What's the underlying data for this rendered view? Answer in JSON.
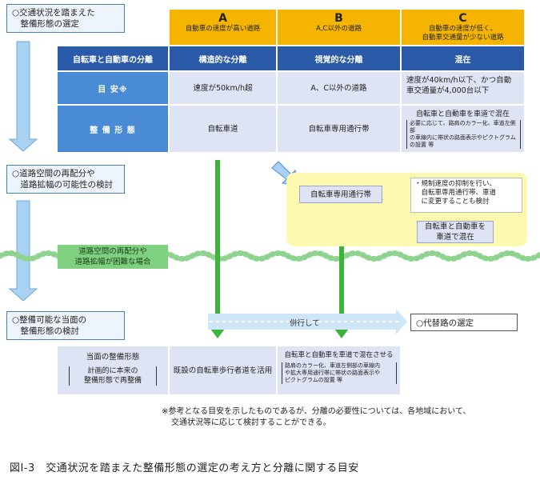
{
  "steps": {
    "step1": [
      "○交通状況を踏まえた",
      "　整備形態の選定"
    ],
    "step2": [
      "○道路空間の再配分や",
      "　道路拡幅の可能性の検討"
    ],
    "step3": [
      "○整備可能な当面の",
      "　整備形態の検討"
    ]
  },
  "columns": {
    "a": {
      "letter": "A",
      "desc": [
        "自動車の速度が高い道路"
      ]
    },
    "b": {
      "letter": "B",
      "desc": [
        "A,C以外の道路"
      ]
    },
    "c": {
      "letter": "C",
      "desc": [
        "自動車の速度が低く、",
        "自動車交通量が少ない道路"
      ]
    }
  },
  "table": {
    "row1_label": "自転車と自動車の分離",
    "row1": [
      "構造的な分離",
      "視覚的な分離",
      "混在"
    ],
    "row2_label": "目 安※",
    "row2": {
      "a": "速度が50km/h超",
      "b": "A、C以外の道路",
      "c": [
        "速度が40km/h以下、かつ自動",
        "車交通量が4,000台以下"
      ]
    },
    "row3_label": "整 備 形 態",
    "row3": {
      "a": "自転車道",
      "b": "自転車専用通行帯",
      "c_main": "自転車と自動車を車道で混在",
      "c_note": [
        "必要に応じて、路肩のカラー化、車道左側部",
        "の車線内に帯状の路面表示やピクトグラム",
        "の設置 等"
      ]
    }
  },
  "review": {
    "lane_box": "自転車専用通行帯",
    "note": [
      "・規制速度の抑制を行い、",
      "　自転車専用通行帯、車道",
      "　に変更することも検討"
    ],
    "mix_box": [
      "自転車と自動車を",
      "車道で混在"
    ]
  },
  "difficult": [
    "道路空間の再配分や",
    "道路拡幅が困難な場合"
  ],
  "parallel": "併行して",
  "alt_route": "○代替路の選定",
  "bottom": {
    "label": "当面の整備形態",
    "plan": [
      "計画的に本来の",
      "整備形態で再整備"
    ],
    "existing": "既設の自転車歩行者道を活用",
    "mix_main": "自転車と自動車を車道で混在させる",
    "mix_note": [
      "路肩のカラー化、車道左側部の車線内",
      "や拡大専用通行帯に帯状の路面表示や",
      "ピクトグラムの設置 等"
    ]
  },
  "footnote": [
    "※参考となる目安を示したものであるが、分離の必要性については、各地域において、",
    "交通状況等に応じて検討することができる。"
  ],
  "caption": "図Ⅰ-3　交通状況を踏まえた整備形態の選定の考え方と分離に関する目安",
  "colors": {
    "orange": "#f5b400",
    "navy": "#2a5aa8",
    "blue": "#4a8bd6",
    "lavender": "#dfe4f4",
    "green": "#3cb43c",
    "yellow": "#fdf9b0",
    "arrow": "#a9d1f2"
  }
}
